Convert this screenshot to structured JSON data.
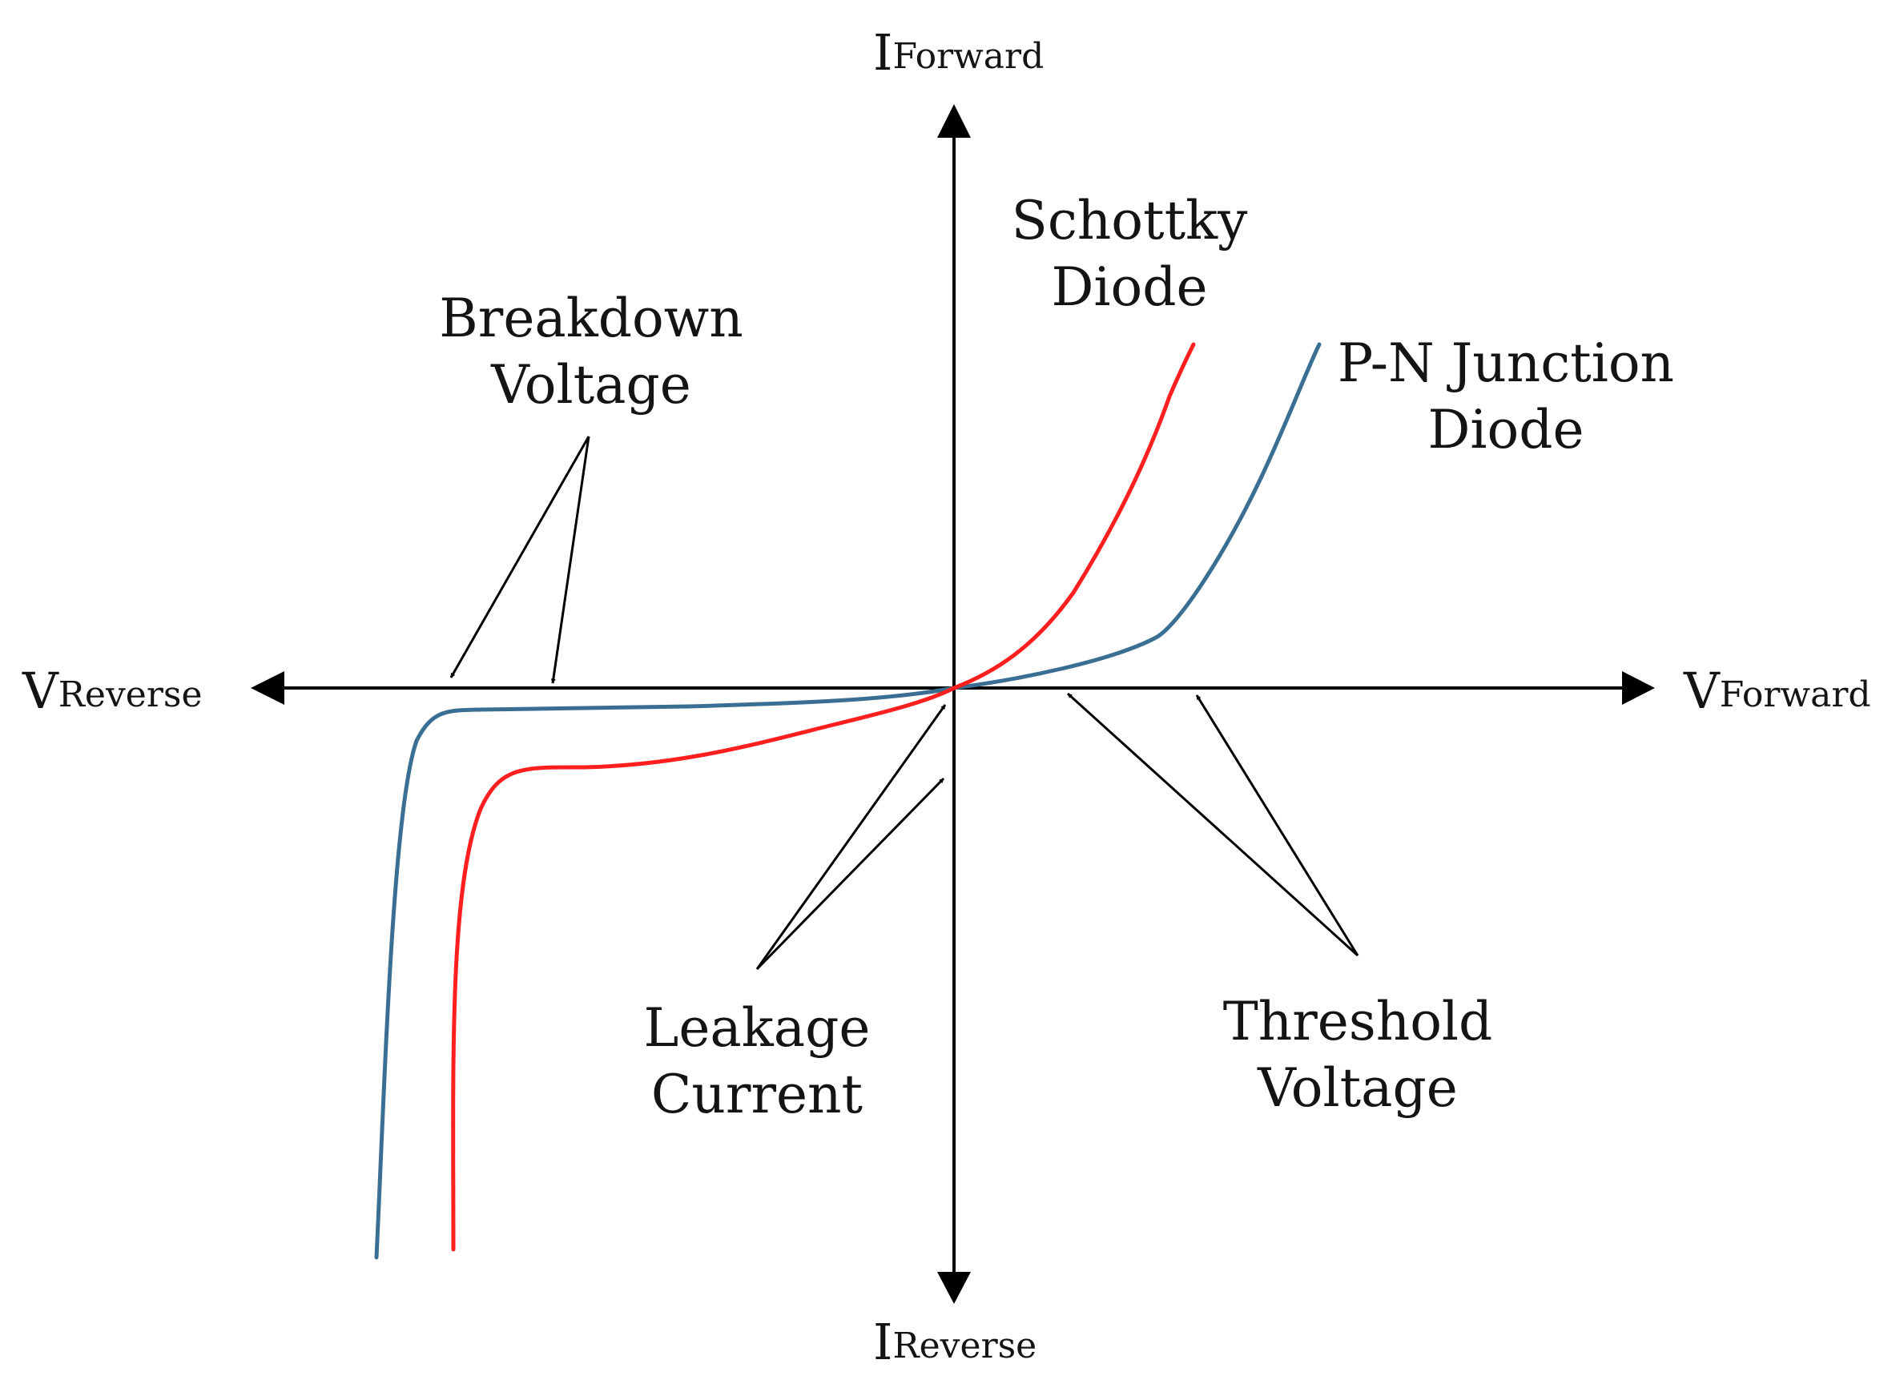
{
  "axes": {
    "y_positive": {
      "main": "I",
      "sub": "Forward"
    },
    "y_negative": {
      "main": "I",
      "sub": "Reverse"
    },
    "x_positive": {
      "main": "V",
      "sub": "Forward"
    },
    "x_negative": {
      "main": "V",
      "sub": "Reverse"
    }
  },
  "curves": {
    "schottky": {
      "line1": "Schottky",
      "line2": "Diode",
      "color": "#ff1f1f"
    },
    "pn_junction": {
      "line1": "P-N Junction",
      "line2": "Diode",
      "color": "#3a6f93"
    }
  },
  "annotations": {
    "breakdown": {
      "line1": "Breakdown",
      "line2": "Voltage"
    },
    "leakage": {
      "line1": "Leakage",
      "line2": "Current"
    },
    "threshold": {
      "line1": "Threshold",
      "line2": "Voltage"
    }
  },
  "colors": {
    "axis": "#000000",
    "text": "#141414"
  }
}
